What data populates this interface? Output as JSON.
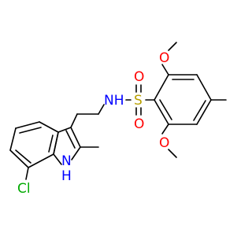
{
  "colors": {
    "bond": "#000000",
    "carbon": "#000000",
    "nitrogen": "#0000ff",
    "oxygen": "#ff0000",
    "sulfur": "#b8a000",
    "chlorine": "#00aa00"
  },
  "labels": {
    "nh_amide": "NH",
    "sulfur": "S",
    "oxygen_upper": "O",
    "oxygen_lower": "O",
    "oxygen_methoxy_top": "O",
    "oxygen_methoxy_bottom": "O",
    "indole_n": "N",
    "indole_h": "H",
    "chlorine": "Cl"
  }
}
